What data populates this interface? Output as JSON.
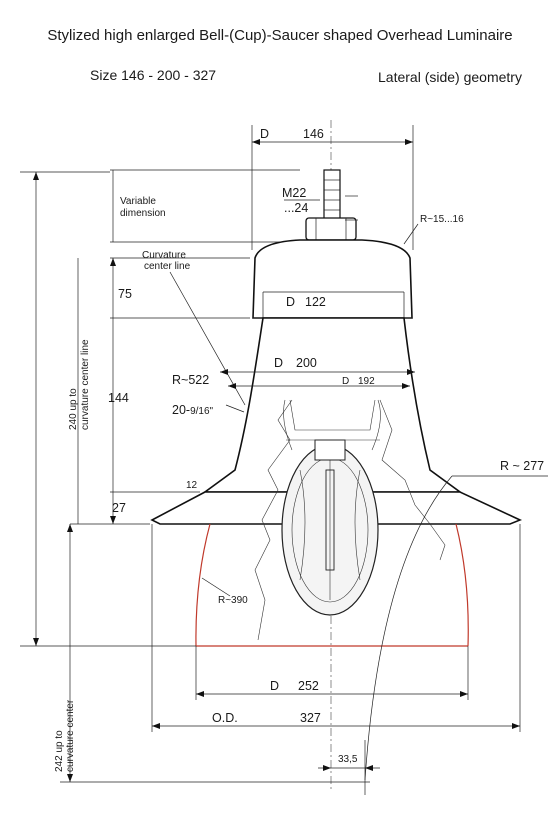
{
  "header": {
    "title": "Stylized  high  enlarged  Bell-(Cup)-Saucer  shaped  Overhead Luminaire",
    "size_label": "Size   146 - 200 - 327",
    "view_label": "Lateral (side) geometry"
  },
  "dimensions": {
    "top_d_prefix": "D",
    "top_d_value": "146",
    "thread_m": "M22",
    "thread_len": "...24",
    "variable_dimension": "Variable\ndimension",
    "radius_top": "R~15...16",
    "curvature_center_line": "Curvature\ncenter line",
    "h75": "75",
    "d122_prefix": "D",
    "d122_value": "122",
    "d200_prefix": "D",
    "d200_value": "200",
    "d192_prefix": "D",
    "d192_value": "192",
    "r522": "R~522",
    "r522_inch_main": "20-",
    "r522_inch_frac": "9/16\"",
    "h144": "144",
    "vertical_240": "240  up to\ncurvature center line",
    "h12": "12",
    "h27": "27",
    "r277": "R ~ 277",
    "r390": "R~390",
    "d252_prefix": "D",
    "d252_value": "252",
    "od_prefix": "O.D.",
    "od_value": "327",
    "vertical_242": "242  up to\ncurvature center",
    "offset_335": "33,5"
  },
  "colors": {
    "line": "#111111",
    "red_profile": "#c0392b"
  }
}
